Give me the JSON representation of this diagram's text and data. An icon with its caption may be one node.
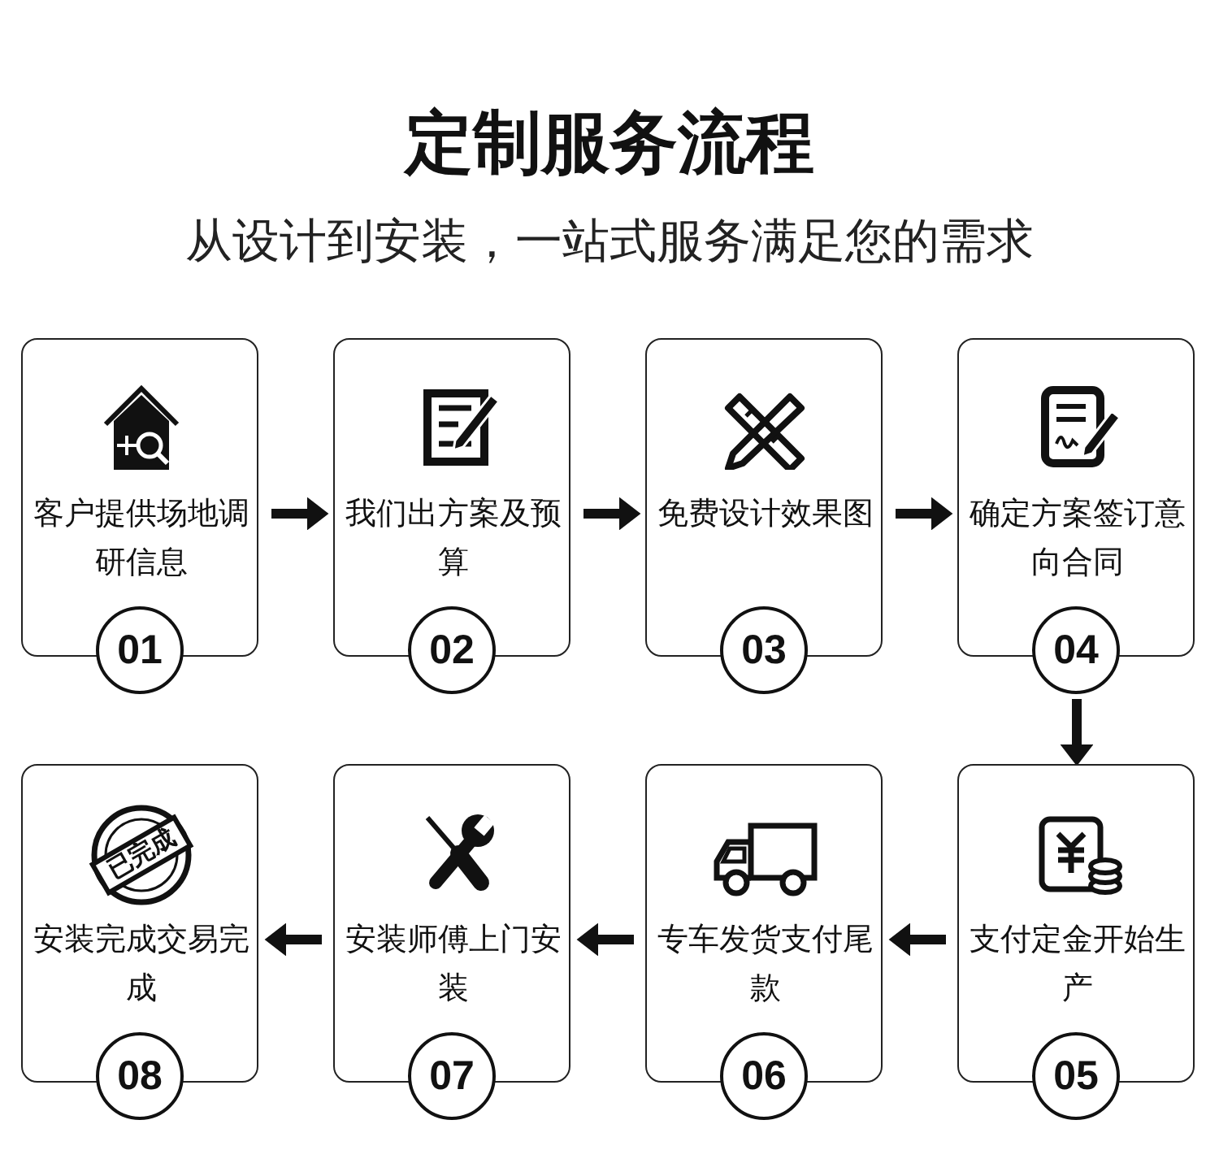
{
  "diagram": {
    "title": "定制服务流程",
    "caption": "从设计到安装，一站式服务满足您的需求",
    "nodes": [
      {
        "text": [
          "客户提供场地调研信息",
          "01"
        ]
      },
      {
        "text": [
          "我们出方案及预算",
          "02"
        ]
      },
      {
        "text": [
          "免费设计效果图",
          "03"
        ]
      },
      {
        "text": [
          "确定方案签订意向合同",
          "04"
        ]
      },
      {
        "text": [
          "安装完成交易完成",
          "08"
        ]
      },
      {
        "text": [
          "安装师傅上门安装",
          "07"
        ]
      },
      {
        "text": [
          "专车发货支付尾款",
          "06"
        ]
      },
      {
        "text": [
          "支付定金开始生产",
          "05"
        ]
      }
    ],
    "edges": [
      {
        "from": 0,
        "to": 1,
        "arrow": "to"
      },
      {
        "from": 1,
        "to": 2,
        "arrow": "to"
      },
      {
        "from": 2,
        "to": 3,
        "arrow": "to"
      },
      {
        "from": 3,
        "to": 7,
        "arrow": "to"
      },
      {
        "from": 7,
        "to": 6,
        "arrow": "to"
      },
      {
        "from": 6,
        "to": 5,
        "arrow": "to"
      },
      {
        "from": 5,
        "to": 4,
        "arrow": "to"
      }
    ],
    "labels": [
      "已完成"
    ]
  }
}
